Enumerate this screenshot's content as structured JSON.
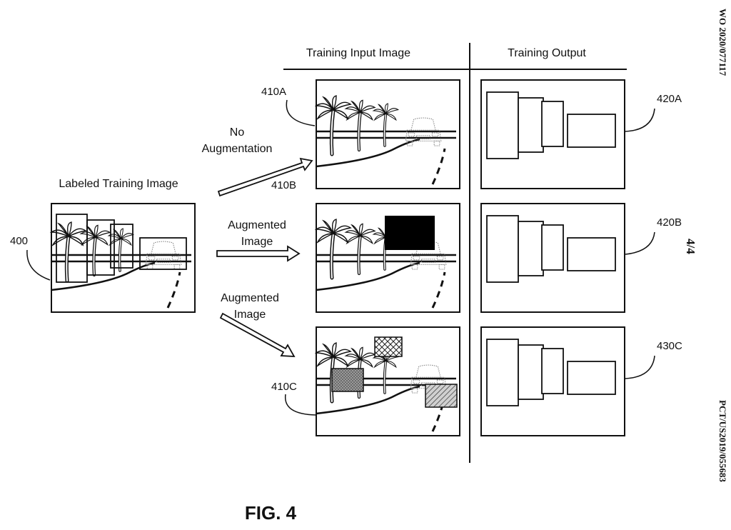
{
  "headers": {
    "training_input": "Training Input Image",
    "training_output": "Training Output"
  },
  "labeled": {
    "title": "Labeled Training Image",
    "ref": "400"
  },
  "arrows": {
    "top_line1": "No",
    "top_line2": "Augmentation",
    "mid_line1": "Augmented",
    "mid_line2": "Image",
    "bot_line1": "Augmented",
    "bot_line2": "Image"
  },
  "inputs": {
    "a_ref": "410A",
    "b_ref": "410B",
    "c_ref": "410C"
  },
  "outputs": {
    "a_ref": "420A",
    "b_ref": "420B",
    "c_ref": "430C"
  },
  "figure": "FIG. 4",
  "margin": {
    "pub_number": "WO 2020/077117",
    "page": "4/4",
    "app_number": "PCT/US2019/055683"
  }
}
